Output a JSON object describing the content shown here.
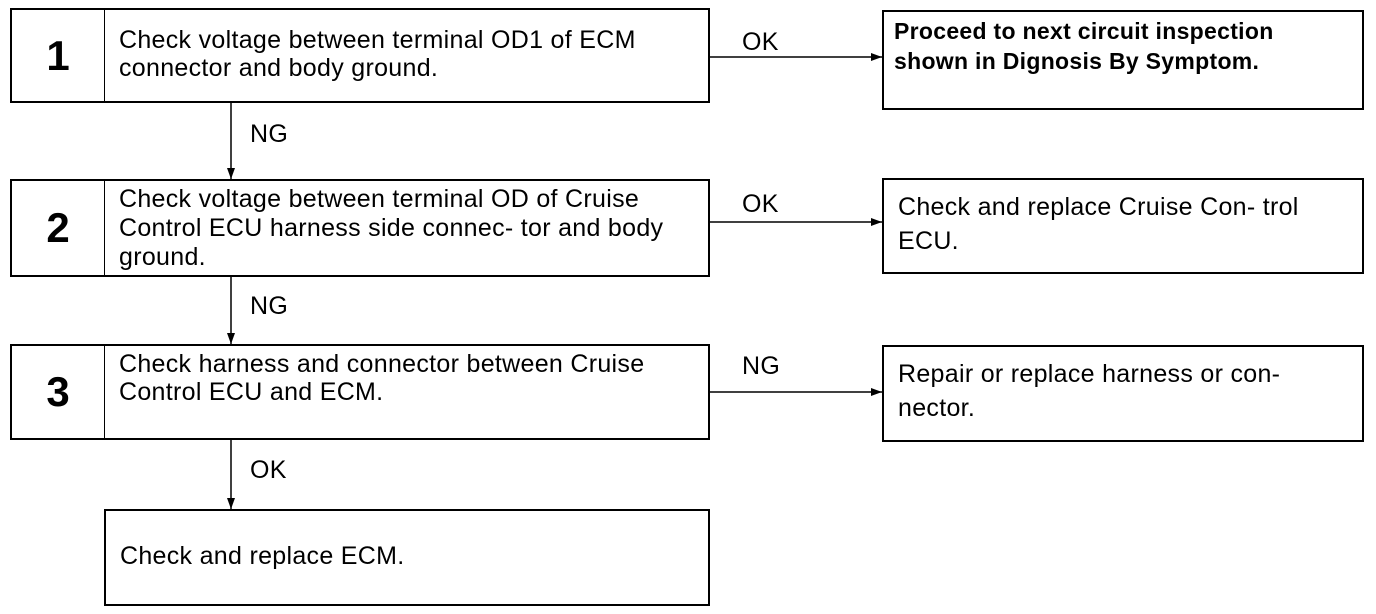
{
  "steps": [
    {
      "number": "1",
      "text": "Check voltage between terminal OD1 of ECM connector and body ground."
    },
    {
      "number": "2",
      "text": "Check voltage between terminal OD of Cruise Control ECU harness side connec- tor and body ground."
    },
    {
      "number": "3",
      "text": "Check harness and connector between Cruise Control ECU and ECM."
    }
  ],
  "results": [
    {
      "text": "Proceed to next circuit inspection shown in Dignosis By Symptom."
    },
    {
      "text": "Check and replace Cruise Con- trol ECU."
    },
    {
      "text": "Repair or replace harness or con- nector."
    }
  ],
  "final": {
    "text": "Check and replace ECM."
  },
  "branch_labels": {
    "step1_right": "OK",
    "step1_down": "NG",
    "step2_right": "OK",
    "step2_down": "NG",
    "step3_right": "NG",
    "step3_down": "OK"
  }
}
